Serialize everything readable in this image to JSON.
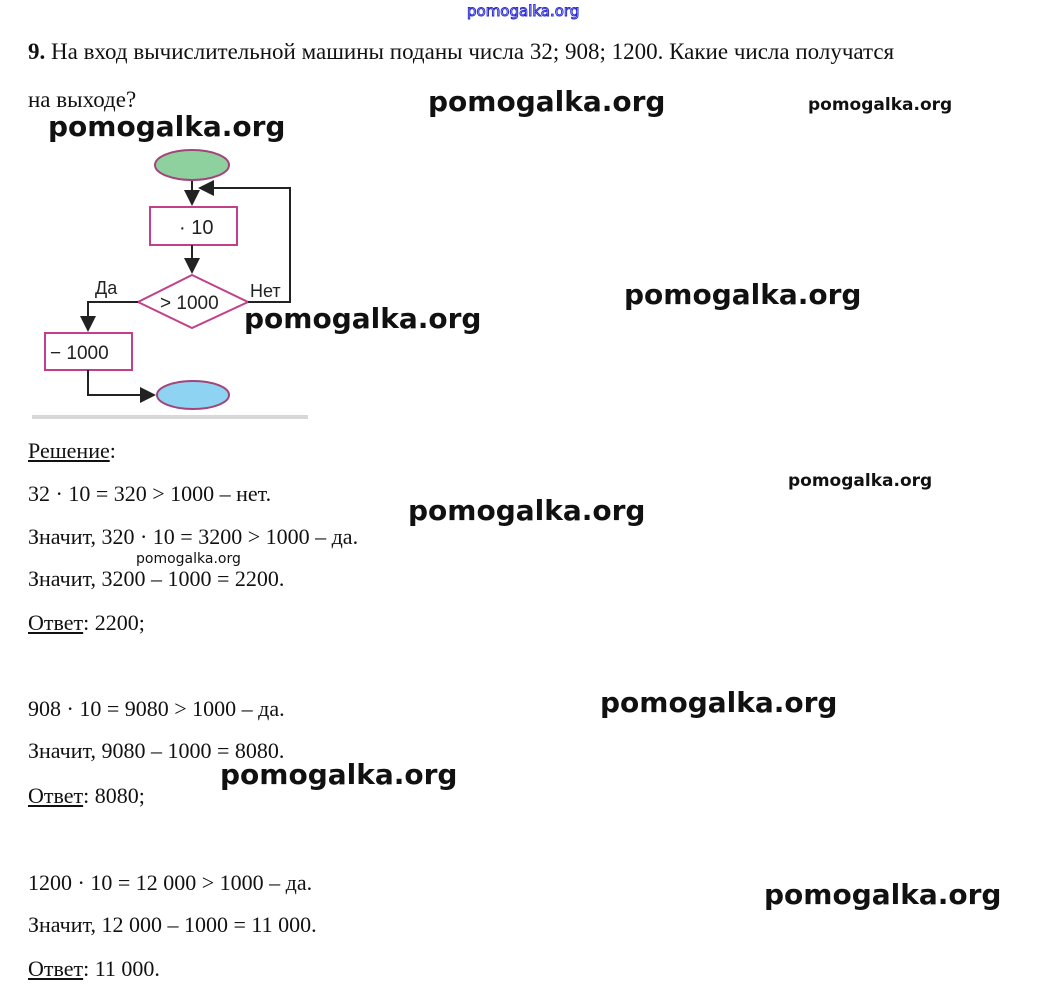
{
  "task": {
    "number": "9.",
    "question_line1": "На вход вычислительной машины поданы числа  32;  908; 1200. Какие числа получатся",
    "question_line2": "на выходе?"
  },
  "diagram": {
    "multiply_label": "· 10",
    "condition_label": "> 1000",
    "yes_label": "Да",
    "no_label": "Нет",
    "subtract_label": "− 1000",
    "colors": {
      "start": "#8fd19e",
      "end": "#8fd3f2",
      "border": "#c2408a"
    }
  },
  "solution": {
    "heading": "Решение",
    "heading_colon": ":",
    "answer_label": "Ответ",
    "blocks": [
      {
        "lines": [
          "32 · 10 = 320 > 1000 – нет.",
          "Значит, 320 · 10 = 3200 > 1000 – да.",
          "Значит, 3200 – 1000 = 2200."
        ],
        "answer": ": 2200;"
      },
      {
        "lines": [
          "908 · 10 = 9080 > 1000 – да.",
          "Значит, 9080 – 1000 = 8080."
        ],
        "answer": ": 8080;"
      },
      {
        "lines": [
          "1200 · 10 = 12 000 > 1000 – да.",
          "Значит, 12 000 – 1000 = 11 000."
        ],
        "answer": ": 11 000."
      }
    ]
  },
  "watermark": "pomogalka.org"
}
